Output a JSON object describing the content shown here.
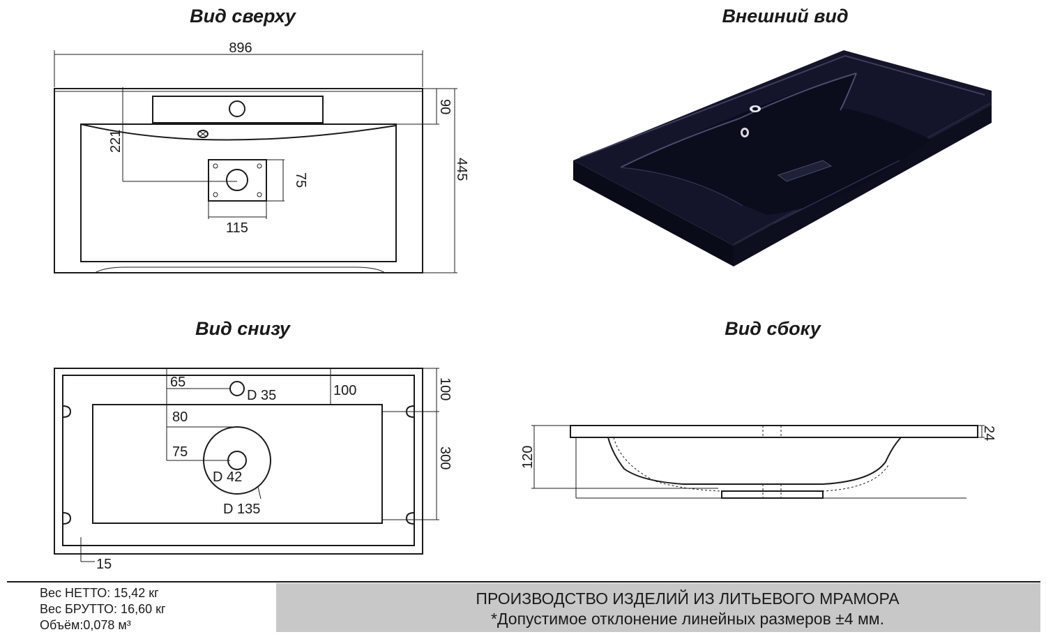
{
  "titles": {
    "top_view": "Вид сверху",
    "exterior": "Внешний вид",
    "bottom_view": "Вид снизу",
    "side_view": "Вид сбоку"
  },
  "top_view_dims": {
    "width": "896",
    "overflow_offset": "90",
    "depth": "445",
    "drain_offset": "221",
    "plate_height": "75",
    "plate_width": "115"
  },
  "bottom_view_dims": {
    "tap_offset_x": "65",
    "tap_diameter": "D 35",
    "tap_depth": "100",
    "outer_depth": "100",
    "drain_offset_a": "80",
    "drain_offset_b": "75",
    "drain_inner_diameter": "D 42",
    "drain_outer_diameter": "D 135",
    "cavity_depth": "300",
    "edge_margin": "15"
  },
  "side_view_dims": {
    "total_height": "120",
    "top_thickness": "24"
  },
  "footer": {
    "net_weight": "Вес НЕТТО: 15,42 кг",
    "gross_weight": "Вес БРУТТО: 16,60 кг",
    "volume": "Объём:0,078 м³",
    "company_line": "ПРОИЗВОДСТВО ИЗДЕЛИЙ ИЗ ЛИТЬЕВОГО МРАМОРА",
    "tolerance_note": "*Допустимое отклонение линейных размеров ±4 мм."
  },
  "colors": {
    "ink": "#1a1a1a",
    "footer_panel": "#c8c8c8",
    "product": "#14152a"
  }
}
